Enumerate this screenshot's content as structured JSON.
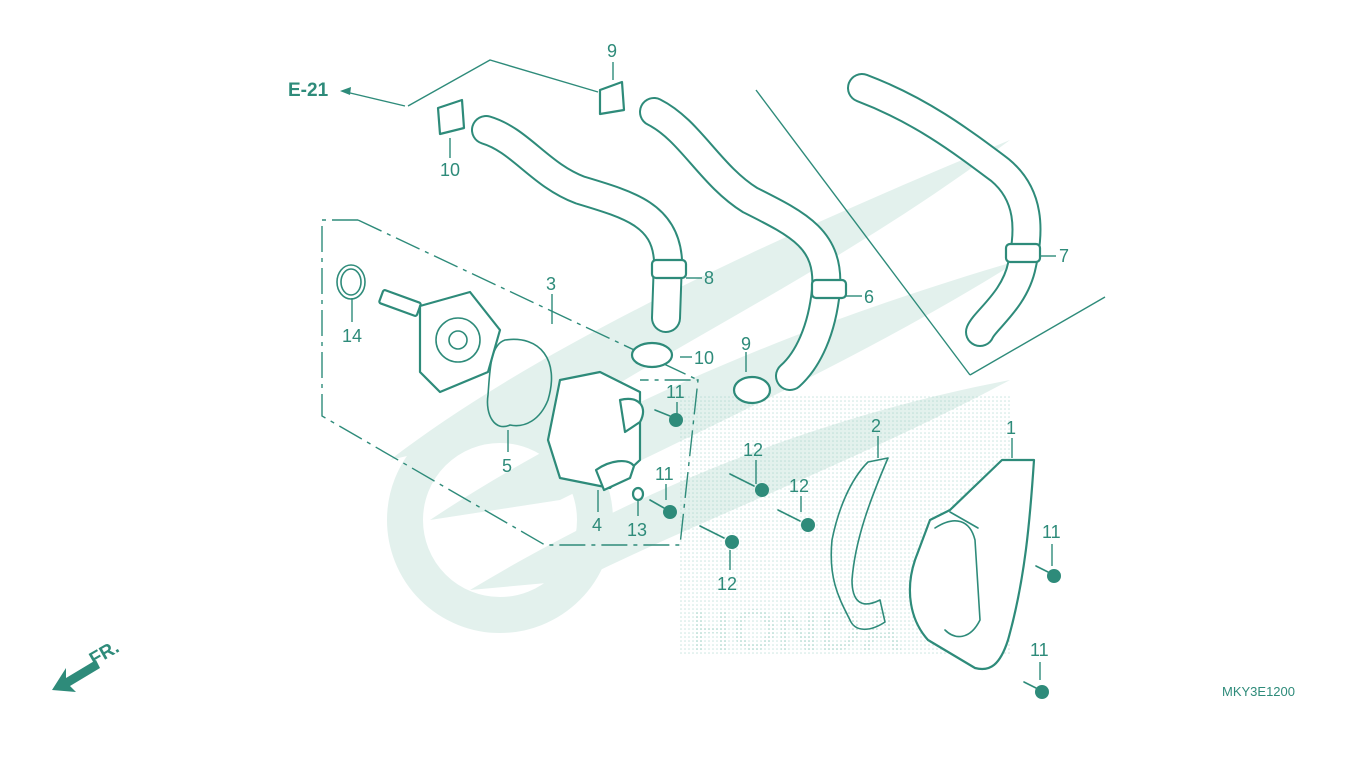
{
  "diagram": {
    "diagram_code": "MKY3E1200",
    "reference": "E-21",
    "direction_label": "FR.",
    "colors": {
      "line": "#2e8b7a",
      "watermark": "#d9ede8",
      "background": "#ffffff"
    },
    "callouts": [
      {
        "key": "c1",
        "text": "1"
      },
      {
        "key": "c2",
        "text": "2"
      },
      {
        "key": "c3",
        "text": "3"
      },
      {
        "key": "c4",
        "text": "4"
      },
      {
        "key": "c5",
        "text": "5"
      },
      {
        "key": "c6",
        "text": "6"
      },
      {
        "key": "c7",
        "text": "7"
      },
      {
        "key": "c8",
        "text": "8"
      },
      {
        "key": "c9a",
        "text": "9"
      },
      {
        "key": "c9b",
        "text": "9"
      },
      {
        "key": "c10a",
        "text": "10"
      },
      {
        "key": "c10b",
        "text": "10"
      },
      {
        "key": "c11a",
        "text": "11"
      },
      {
        "key": "c11b",
        "text": "11"
      },
      {
        "key": "c11c",
        "text": "11"
      },
      {
        "key": "c11d",
        "text": "11"
      },
      {
        "key": "c12a",
        "text": "12"
      },
      {
        "key": "c12b",
        "text": "12"
      },
      {
        "key": "c12c",
        "text": "12"
      },
      {
        "key": "c13",
        "text": "13"
      },
      {
        "key": "c14",
        "text": "14"
      }
    ]
  }
}
